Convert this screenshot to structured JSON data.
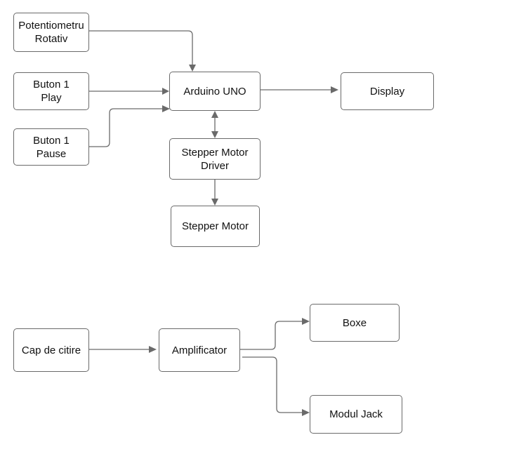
{
  "diagram_top": {
    "potentiometer": [
      "Potentiometru",
      "Rotativ"
    ],
    "button_play": [
      "Buton 1",
      "Play"
    ],
    "button_pause": [
      "Buton 1",
      "Pause"
    ],
    "arduino": "Arduino UNO",
    "display": "Display",
    "stepper_driver": [
      "Stepper Motor",
      "Driver"
    ],
    "stepper_motor": "Stepper Motor"
  },
  "diagram_bottom": {
    "pickup": "Cap de citire",
    "amplifier": "Amplificator",
    "speakers": "Boxe",
    "jack_module": "Modul Jack"
  },
  "colors": {
    "line": "#6a6a6a",
    "border": "#6a6a6a",
    "text": "#111111",
    "background": "#ffffff"
  }
}
